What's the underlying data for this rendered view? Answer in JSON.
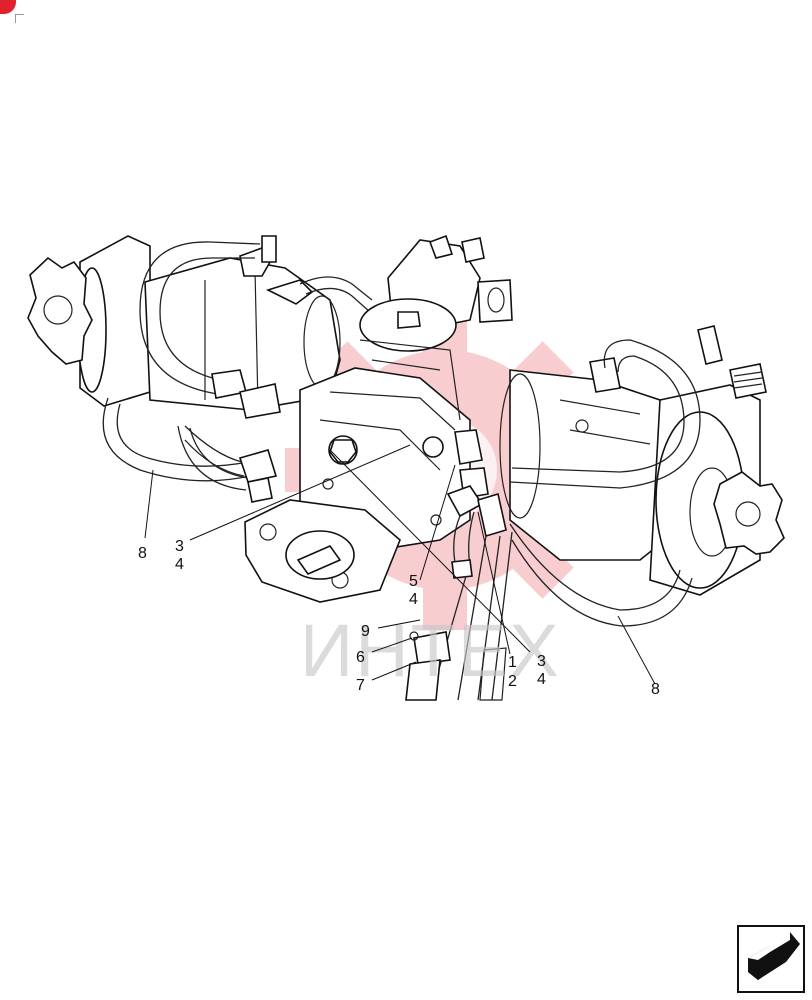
{
  "watermark": {
    "text": "ИНТЕХ",
    "color": "#e0222c"
  },
  "callouts": [
    {
      "id": "c8a",
      "text": "8"
    },
    {
      "id": "c3a",
      "text": "3"
    },
    {
      "id": "c4a",
      "text": "4"
    },
    {
      "id": "c5",
      "text": "5"
    },
    {
      "id": "c4b",
      "text": "4"
    },
    {
      "id": "c9",
      "text": "9"
    },
    {
      "id": "c6",
      "text": "6"
    },
    {
      "id": "c7",
      "text": "7"
    },
    {
      "id": "c1",
      "text": "1"
    },
    {
      "id": "c2",
      "text": "2"
    },
    {
      "id": "c3b",
      "text": "3"
    },
    {
      "id": "c4c",
      "text": "4"
    },
    {
      "id": "c8b",
      "text": "8"
    }
  ],
  "icons": {
    "nav": "next-page-arrow-icon",
    "corner": "corner-badge-icon"
  }
}
